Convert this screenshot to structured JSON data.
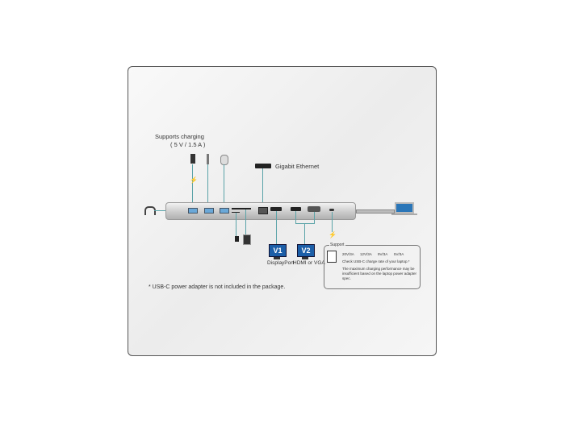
{
  "labels": {
    "supports_charging": "Supports charging",
    "charging_spec": "( 5 V / 1.5 A )",
    "gigabit_ethernet": "Gigabit Ethernet",
    "v1": "V1",
    "v2": "V2",
    "displayport": "DisplayPort",
    "hdmi_or_vga": "HDMI or VGA",
    "footnote": "* USB-C power adapter is not included in the package."
  },
  "support_box": {
    "title": "Support",
    "ratings": [
      "20V/3A",
      "12V/3A",
      "9V/3A",
      "5V/3A"
    ],
    "check_note": "Check USB-C charge rate of your laptop.*",
    "warning": "The maximum charging performance may be insufficient based on the laptop power adapter spec."
  },
  "colors": {
    "line": "#5aa3a8",
    "monitor": "#1c5fa8",
    "usb_port": "#6aa8d8",
    "bolt": "#f0b400"
  },
  "icons": [
    "headphone-icon",
    "phone-icon",
    "usb-drive-icon",
    "mouse-icon",
    "router-icon",
    "sd-card-icon",
    "micro-sd-icon",
    "laptop-icon",
    "power-adapter-icon",
    "lightning-icon"
  ]
}
